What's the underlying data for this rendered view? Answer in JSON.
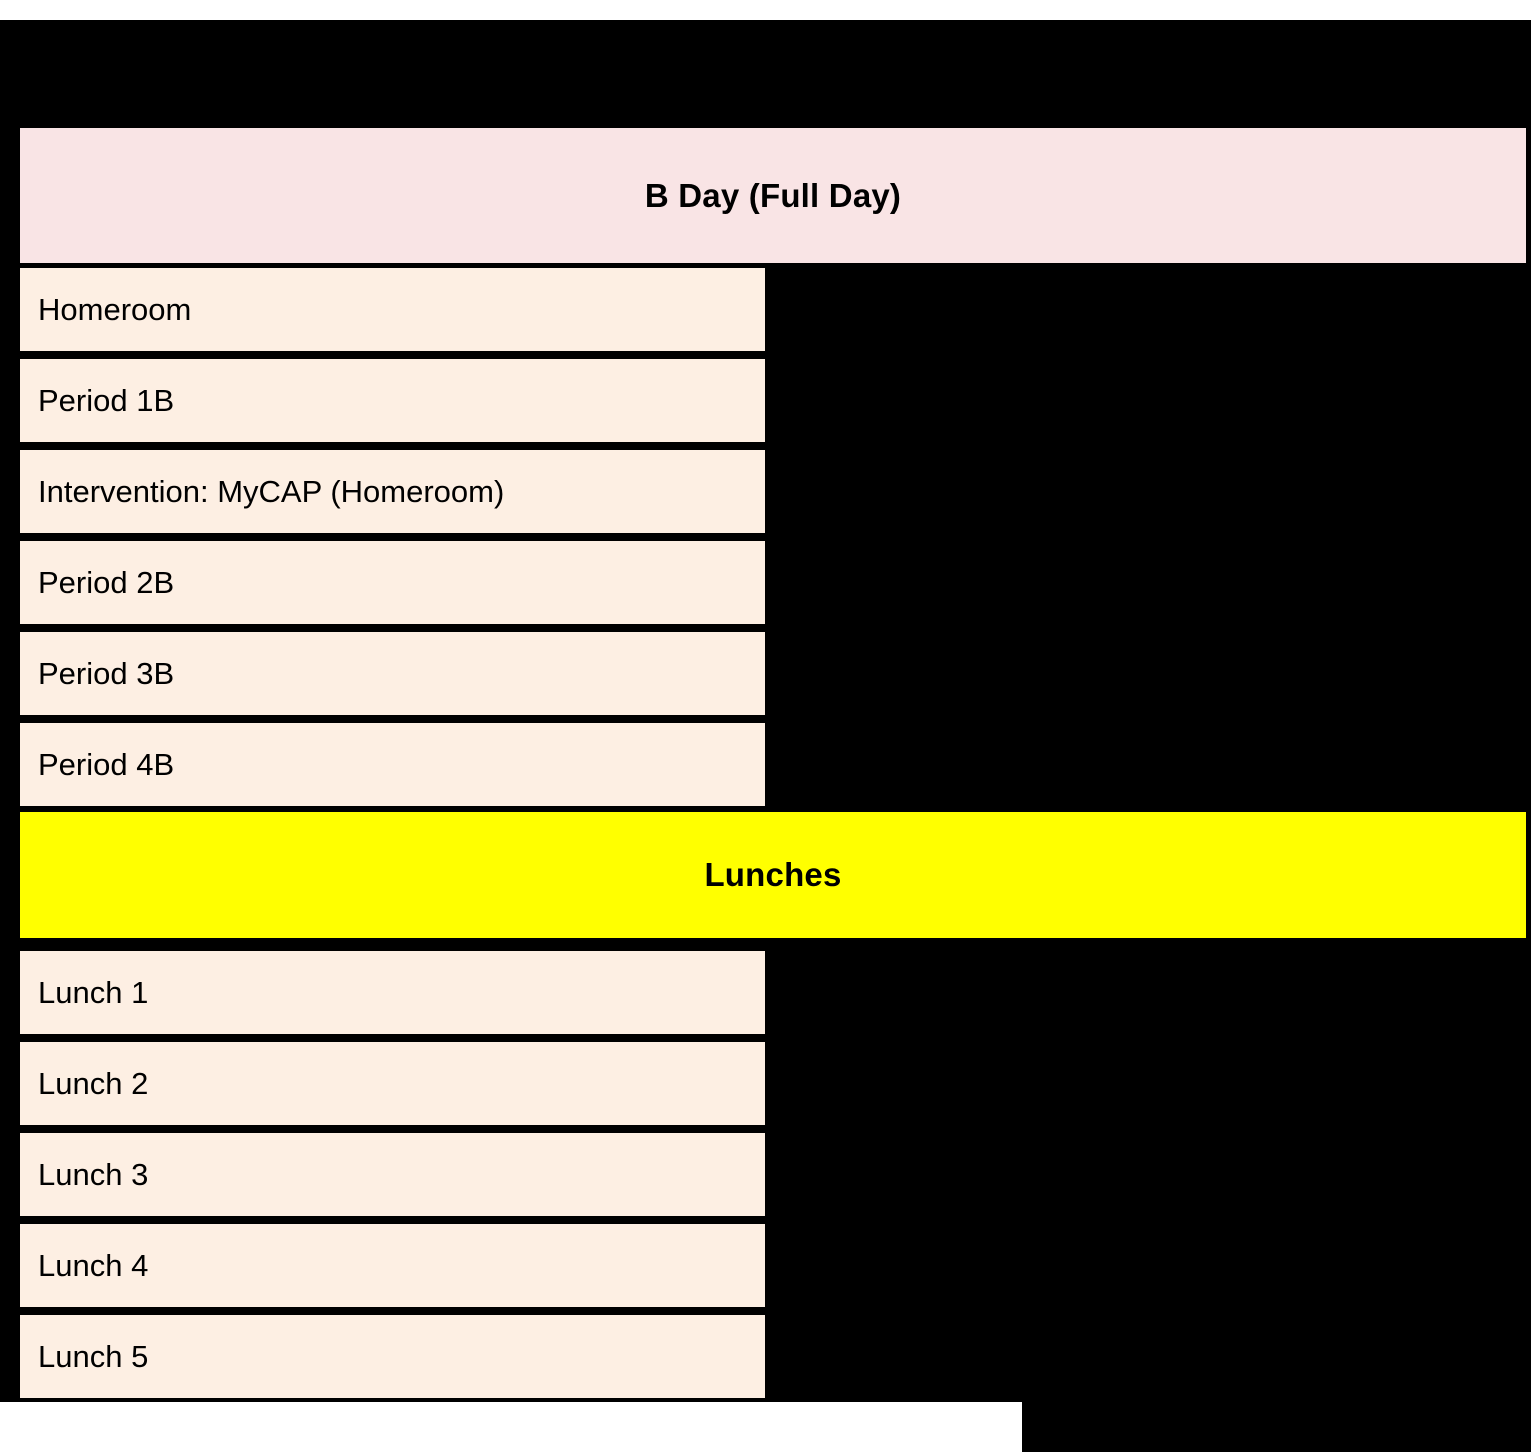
{
  "schedule": {
    "day_banner": "B Day (Full Day)",
    "lunch_banner": "Lunches",
    "periods": [
      {
        "label": "Homeroom"
      },
      {
        "label": "Period 1B"
      },
      {
        "label": "Intervention: MyCAP (Homeroom)"
      },
      {
        "label": "Period 2B"
      },
      {
        "label": "Period 3B"
      },
      {
        "label": "Period 4B"
      }
    ],
    "lunches": [
      {
        "label": "Lunch 1"
      },
      {
        "label": "Lunch 2"
      },
      {
        "label": "Lunch 3"
      },
      {
        "label": "Lunch 4"
      },
      {
        "label": "Lunch 5"
      }
    ],
    "colors": {
      "day_banner_bg": "#F9E4E5",
      "lunch_banner_bg": "#FFFF00",
      "row_bg": "#FDEFE3",
      "background": "#000000",
      "text": "#000000"
    }
  }
}
